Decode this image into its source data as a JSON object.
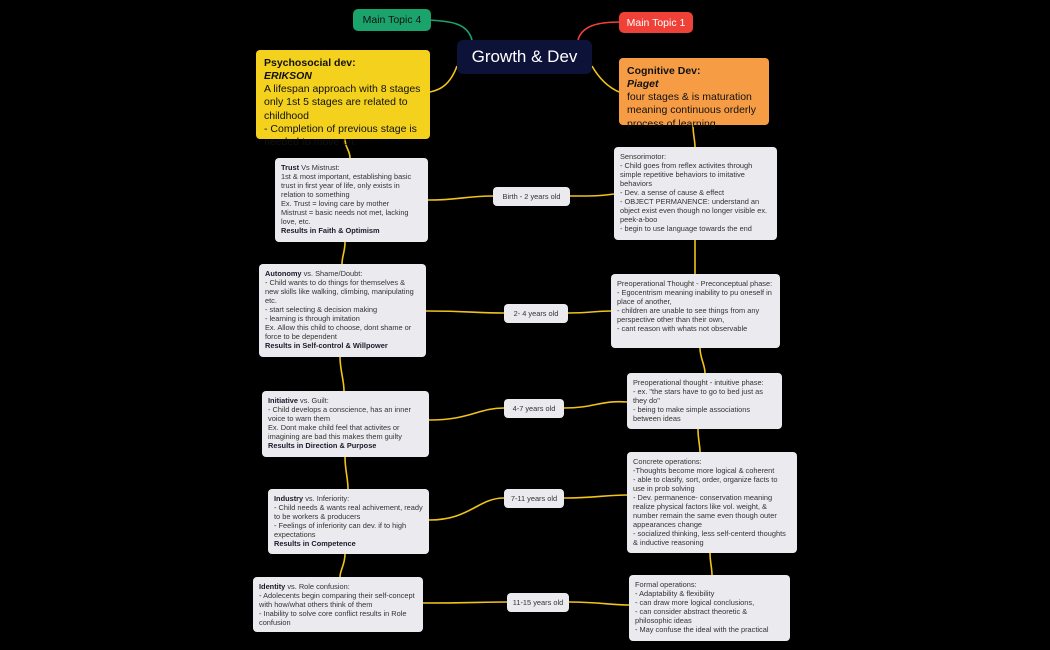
{
  "central": "Growth & Dev",
  "topic_labels": {
    "left": "Main Topic 4",
    "right": "Main Topic 1"
  },
  "psychosocial": {
    "title": "Psychosocial dev:",
    "author": "ERIKSON",
    "body": "A lifespan approach with 8 stages only 1st 5 stages are related to childhood\n- Completion of previous stage is needed to move on."
  },
  "cognitive": {
    "title": "Cognitive Dev:",
    "author": "Piaget",
    "body": "four stages & is maturation meaning continuous orderly process of learning"
  },
  "ages": [
    "Birth - 2 years old",
    "2- 4 years old",
    "4-7 years old",
    "7-11 years old",
    "11-15 years old"
  ],
  "erikson_stages": [
    {
      "name": "Trust",
      "vs": " Vs Mistrust:",
      "body": "1st & most important, establishing basic trust in first year of life, only exists in relation to something\nEx. Trust = loving care by mother\nMistrust = basic needs not met, lacking love, etc.",
      "result": "Results in Faith & Optimism"
    },
    {
      "name": "Autonomy",
      "vs": " vs. Shame/Doubt:",
      "body": "- Child wants to do things for themselves & new skills like walking, climbing, manipulating etc.\n- start selecting & decision making\n- learning is through imitation\nEx. Allow this child to choose, dont shame or force to be dependent",
      "result": "Results in Self-control & Willpower"
    },
    {
      "name": "Initiative",
      "vs": " vs. Guilt:",
      "body": "- Child develops a conscience, has an inner voice to warn them\nEx. Dont make child feel that activites or imagining are bad this makes them guilty",
      "result": "Results in Direction & Purpose"
    },
    {
      "name": "Industry",
      "vs": " vs. Inferiority:",
      "body": "- Child needs & wants real achivement, ready to be workers & producers\n- Feelings of inferiority can dev. if to high expectations",
      "result": "Results in Competence"
    },
    {
      "name": "Identity",
      "vs": " vs. Role confusion:",
      "body": "- Adolecents begin comparing their self-concept with how/what others think of them\n- Inability to solve core conflict results in Role confusion",
      "result": ""
    }
  ],
  "piaget_stages": [
    {
      "text": "Sensorimotor:\n- Child goes from reflex activites through simple repetitive behaviors to imitative behaviors\n- Dev. a sense of cause & effect\n- OBJECT PERMANENCE: understand an object exist even though no longer visible ex. peek-a-boo\n- begin to use language towards the end"
    },
    {
      "text": "Preoperational Thought - Preconceptual phase:\n- Egocentrism meaning inability to pu oneself in place of another,\n- children are unable to see things from any perspective other than their own,\n- cant reason with whats not observable"
    },
    {
      "text": "Preoperational thought - intuitive phase:\n- ex. \"the stars have to go to bed just as they do\"\n- being to make simple associations between ideas"
    },
    {
      "text": "Concrete operations:\n-Thoughts become more logical & coherent\n- able to clasify, sort, order, organize facts to use in prob solving\n- Dev. permanence- conservation meaning realize physical factors like vol. weight, & number remain the same even though outer appearances change\n- socialized thinking, less self-centerd thoughts & inductive reasoning"
    },
    {
      "text": "Formal operations:\n- Adaptability & flexibility\n- can draw more logical conclusions,\n- can consider abstract theoretic & philosophic ideas\n- May confuse the ideal with the practical"
    }
  ],
  "colors": {
    "background": "#000000",
    "central": "#0d1238",
    "main_topic_4": "#1aa46c",
    "main_topic_1": "#f04138",
    "psychosocial": "#f3d11d",
    "cognitive": "#f59c45",
    "card": "#ebebef",
    "connector": "#f0c419"
  }
}
